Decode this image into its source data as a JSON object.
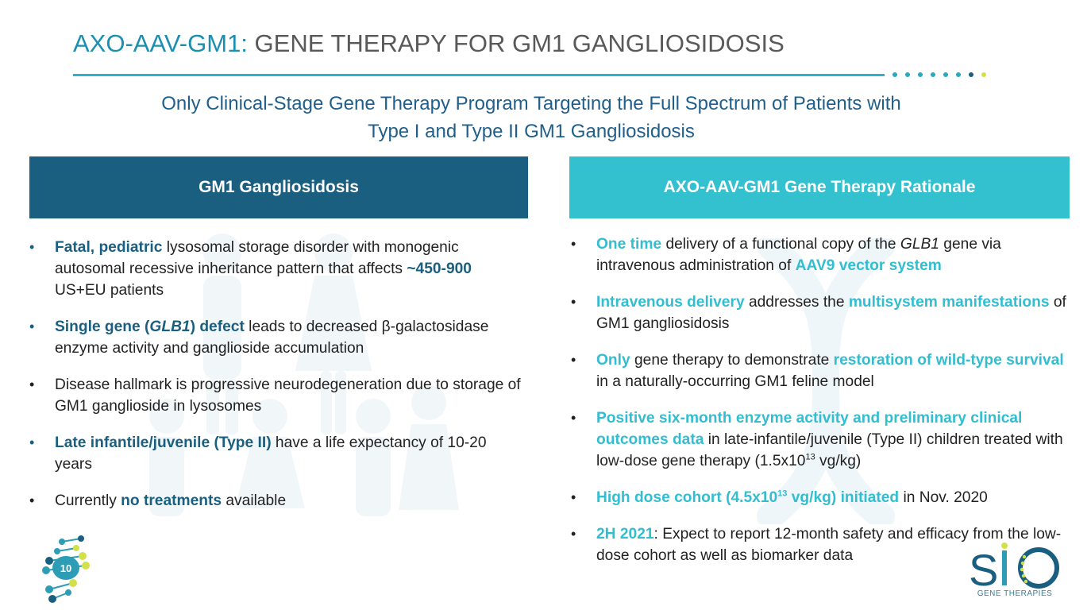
{
  "slide": {
    "title_accent": "AXO-AAV-GM1:",
    "title_rest": " GENE THERAPY FOR GM1 GANGLIOSIDOSIS",
    "subtitle_line1": "Only Clinical-Stage Gene Therapy Program Targeting the Full Spectrum of Patients with",
    "subtitle_line2": "Type I and Type II GM1 Gangliosidosis",
    "page_number": "10"
  },
  "left_panel": {
    "header": "GM1 Gangliosidosis",
    "bullets": [
      {
        "b": "Fatal, pediatric",
        "t1": " lysosomal storage disorder with monogenic autosomal recessive inheritance pattern that affects ",
        "b2": "~450-900",
        "t2": " US+EU patients"
      },
      {
        "b_pre": "Single gene (",
        "b_ital": "GLB1",
        "b_post": ") defect",
        "t1": " leads to decreased β-galactosidase enzyme activity and ganglioside accumulation"
      },
      {
        "t1": "Disease hallmark is progressive neurodegeneration due to storage of  GM1 ganglioside in lysosomes"
      },
      {
        "b": "Late infantile/juvenile (Type II)",
        "t1": " have a life expectancy of 10-20 years"
      },
      {
        "t1": "Currently ",
        "b": "no treatments",
        "t2": " available"
      }
    ]
  },
  "right_panel": {
    "header": "AXO-AAV-GM1 Gene Therapy Rationale",
    "bullets": [
      {
        "b": "One time",
        "t1": " delivery of a functional copy of the ",
        "ital": "GLB1",
        "t2": " gene via intravenous administration of ",
        "b2": "AAV9 vector system"
      },
      {
        "b": "Intravenous delivery",
        "t1": " addresses the ",
        "b2": "multisystem manifestations",
        "t2": " of GM1 gangliosidosis"
      },
      {
        "b": "Only",
        "t1": " gene therapy to demonstrate ",
        "b2": "restoration of wild-type survival",
        "t2": " in a naturally-occurring GM1 feline model"
      },
      {
        "b": "Positive six-month enzyme activity and preliminary clinical outcomes data",
        "t1": " in late-infantile/juvenile (Type II) children treated with low-dose gene therapy (1.5x10",
        "sup": "13",
        "t2": " vg/kg)"
      },
      {
        "b_pre": "High dose cohort (4.5x10",
        "b_sup": "13",
        "b_post": " vg/kg) initiated",
        "t1": " in Nov. 2020"
      },
      {
        "b": "2H 2021",
        "t1": ": Expect to report 12-month safety and efficacy from the low-dose cohort as well as biomarker data"
      }
    ]
  },
  "logo": {
    "wordmark": "SiO",
    "tagline": "GENE THERAPIES"
  },
  "colors": {
    "navy": "#1a5f80",
    "teal": "#33c0cf",
    "title_accent": "#1c8fb0",
    "title_gray": "#595959",
    "lime": "#d3e04a"
  }
}
